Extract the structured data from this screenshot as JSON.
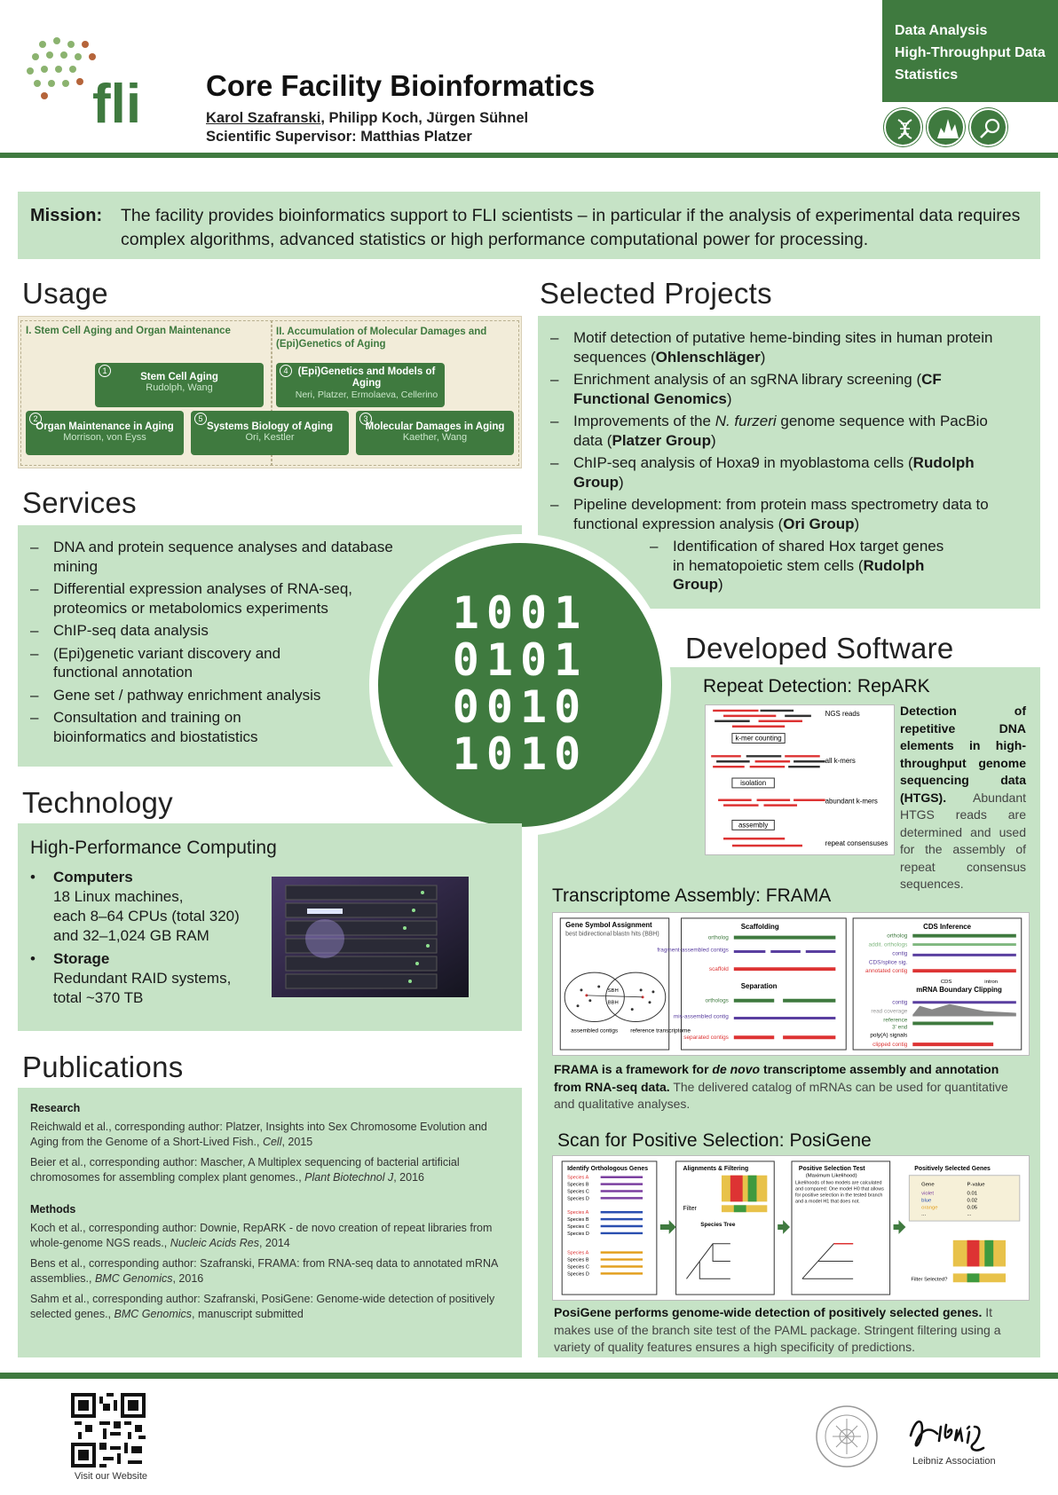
{
  "header": {
    "title": "Core Facility Bioinformatics",
    "authors_first": "Karol Szafranski",
    "authors_rest": ", Philipp Koch, Jürgen Sühnel",
    "supervisor": "Scientific Supervisor: Matthias Platzer",
    "logo_text": "fli",
    "topics": [
      "Data Analysis",
      "High-Throughput Data",
      "Statistics"
    ]
  },
  "mission": {
    "label": "Mission:",
    "text": "The facility provides bioinformatics support to FLI scientists – in particular if the analysis of experimental data requires complex algorithms, advanced statistics or high performance computational power for processing."
  },
  "usage": {
    "heading": "Usage",
    "group1": "I. Stem Cell Aging and Organ Maintenance",
    "group2": "II. Accumulation of Molecular Damages and (Epi)Genetics of Aging",
    "boxes": [
      {
        "num": "1",
        "title": "Stem Cell Aging",
        "sub": "Rudolph, Wang"
      },
      {
        "num": "4",
        "title": "(Epi)Genetics and Models of Aging",
        "sub": "Neri, Platzer, Ermolaeva, Cellerino"
      },
      {
        "num": "2",
        "title": "Organ Maintenance in Aging",
        "sub": "Morrison, von Eyss"
      },
      {
        "num": "5",
        "title": "Systems Biology of Aging",
        "sub": "Ori, Kestler"
      },
      {
        "num": "3",
        "title": "Molecular Damages in Aging",
        "sub": "Kaether, Wang"
      }
    ]
  },
  "services": {
    "heading": "Services",
    "items": [
      "DNA and protein sequence analyses and database mining",
      "Differential expression analyses of RNA-seq, proteomics or metabolomics experiments",
      "ChIP-seq data analysis",
      "(Epi)genetic variant discovery and functional annotation",
      "Gene set / pathway enrichment analysis",
      "Consultation and training on bioinformatics and biostatistics"
    ]
  },
  "projects": {
    "heading": "Selected Projects",
    "items": [
      {
        "pre": "Motif detection of putative heme-binding sites in human protein sequences (",
        "em": "",
        "mid": "",
        "bold": "Ohlenschläger",
        "post": ")"
      },
      {
        "pre": "Enrichment analysis of an sgRNA library screening (",
        "em": "",
        "mid": "",
        "bold": "CF Functional Genomics",
        "post": ")"
      },
      {
        "pre": "Improvements of the ",
        "em": "N. furzeri",
        "mid": " genome sequence with PacBio data (",
        "bold": "Platzer Group",
        "post": ")"
      },
      {
        "pre": "ChIP-seq analysis of Hoxa9 in myoblastoma cells (",
        "em": "",
        "mid": "",
        "bold": "Rudolph Group",
        "post": ")"
      },
      {
        "pre": "Pipeline development: from protein mass spectrometry data to functional expression analysis (",
        "em": "",
        "mid": "",
        "bold": "Ori Group",
        "post": ")"
      }
    ],
    "sub": {
      "pre": "Identification of shared Hox target genes in hematopoietic stem cells (",
      "bold": "Rudolph Group",
      "post": ")"
    }
  },
  "binary": [
    "1001",
    "0101",
    "0010",
    "1010"
  ],
  "technology": {
    "heading": "Technology",
    "subheading": "High-Performance Computing",
    "computers_label": "Computers",
    "computers_lines": [
      "18 Linux machines,",
      "each 8–64 CPUs (total 320)",
      "and 32–1,024 GB RAM"
    ],
    "storage_label": "Storage",
    "storage_lines": [
      "Redundant RAID systems,",
      "total ~370 TB"
    ]
  },
  "publications": {
    "heading": "Publications",
    "research_label": "Research",
    "methods_label": "Methods",
    "research": [
      {
        "text": "Reichwald et al., corresponding author: Platzer, Insights into Sex Chromosome Evolution and Aging from the Genome of a Short-Lived Fish., ",
        "journal": "Cell",
        "year": ", 2015"
      },
      {
        "text": "Beier et al., corresponding author: Mascher, A Multiplex sequencing of bacterial artificial chromosomes for assembling complex plant genomes., ",
        "journal": "Plant Biotechnol J",
        "year": ", 2016"
      }
    ],
    "methods": [
      {
        "text": "Koch et al., corresponding author: Downie, RepARK - de novo creation of repeat libraries from whole-genome NGS reads., ",
        "journal": "Nucleic Acids Res",
        "year": ", 2014"
      },
      {
        "text": "Bens et al., corresponding author: Szafranski, FRAMA: from RNA-seq data to annotated mRNA assemblies., ",
        "journal": "BMC Genomics",
        "year": ", 2016"
      },
      {
        "text": "Sahm et al., corresponding author: Szafranski, PosiGene: Genome-wide detection of positively selected genes., ",
        "journal": "BMC Genomics",
        "year": ", manuscript submitted"
      }
    ]
  },
  "software": {
    "heading": "Developed Software",
    "repark": {
      "title": "Repeat Detection: RepARK",
      "bold": "Detection of repetitive DNA elements in high-throughput genome sequencing data (HTGS).",
      "rest": " Abundant HTGS reads are determined and used for the assembly of repeat consensus sequences.",
      "fig_labels": [
        "NGS reads",
        "k-mer counting",
        "all k-mers",
        "isolation",
        "abundant k-mers",
        "assembly",
        "repeat consensuses"
      ]
    },
    "frama": {
      "title": "Transcriptome Assembly: FRAMA",
      "bold1": "FRAMA is a framework for ",
      "em": "de novo",
      "bold2": " transcriptome assembly and annotation from RNA-seq data.",
      "rest": " The delivered catalog of mRNAs can be used for quantitative and qualitative analyses.",
      "fig": {
        "p1_title": "Gene Symbol Assignment",
        "p1_sub": "best bidirectional blastn hits (BBH)",
        "p1_labels": [
          "SBH",
          "BBH",
          "assembled contigs",
          "reference transcriptome"
        ],
        "p2_title": "Scaffolding",
        "p2_labels": [
          "ortholog",
          "fragment-assembled contigs",
          "scaffold"
        ],
        "p3_title": "Separation",
        "p3_labels": [
          "orthologs",
          "mis-assembled contig",
          "separated contigs"
        ],
        "p4_title": "CDS Inference",
        "p4_labels": [
          "ortholog",
          "addit. orthologs",
          "contig",
          "CDS/splice sig.",
          "annotated contig",
          "CDS",
          "intron"
        ],
        "p5_title": "mRNA Boundary Clipping",
        "p5_labels": [
          "contig",
          "read coverage",
          "reference",
          "3' end",
          "poly(A) signals",
          "clipped contig"
        ]
      }
    },
    "posigene": {
      "title": "Scan for Positive Selection: PosiGene",
      "bold": "PosiGene performs genome-wide detection of positively selected genes.",
      "rest": " It makes use of the branch site test of the PAML package. Stringent filtering using a variety of quality features ensures a high specificity of predictions.",
      "fig": {
        "p1_title": "Identify Orthologous Genes",
        "p2_title": "Alignments & Filtering",
        "p2_filter": "Filter",
        "p2_tree": "Species Tree",
        "p3_title": "Positive Selection Test",
        "p3_sub": "(Maximum Likelihood)",
        "p3_text": "Likelihoods of two models are calculated and compared: One model H0 that allows for positive selection in the tested branch and a model H1 that does not.",
        "p4_title": "Positively Selected Genes",
        "table_head": [
          "Gene",
          "P-value"
        ],
        "table_rows": [
          [
            "violet",
            "0.01"
          ],
          [
            "blue",
            "0.02"
          ],
          [
            "orange",
            "0.05"
          ],
          [
            "...",
            "..."
          ]
        ],
        "species": [
          "Species A",
          "Species B",
          "Species C",
          "Species D"
        ],
        "selected_label": "Filter Selected?"
      }
    }
  },
  "footer": {
    "qr_label": "Visit our Website",
    "leibniz_label": "Leibniz Association"
  },
  "colors": {
    "brand_green": "#3f7a3f",
    "panel_green": "#c6e3c6"
  }
}
